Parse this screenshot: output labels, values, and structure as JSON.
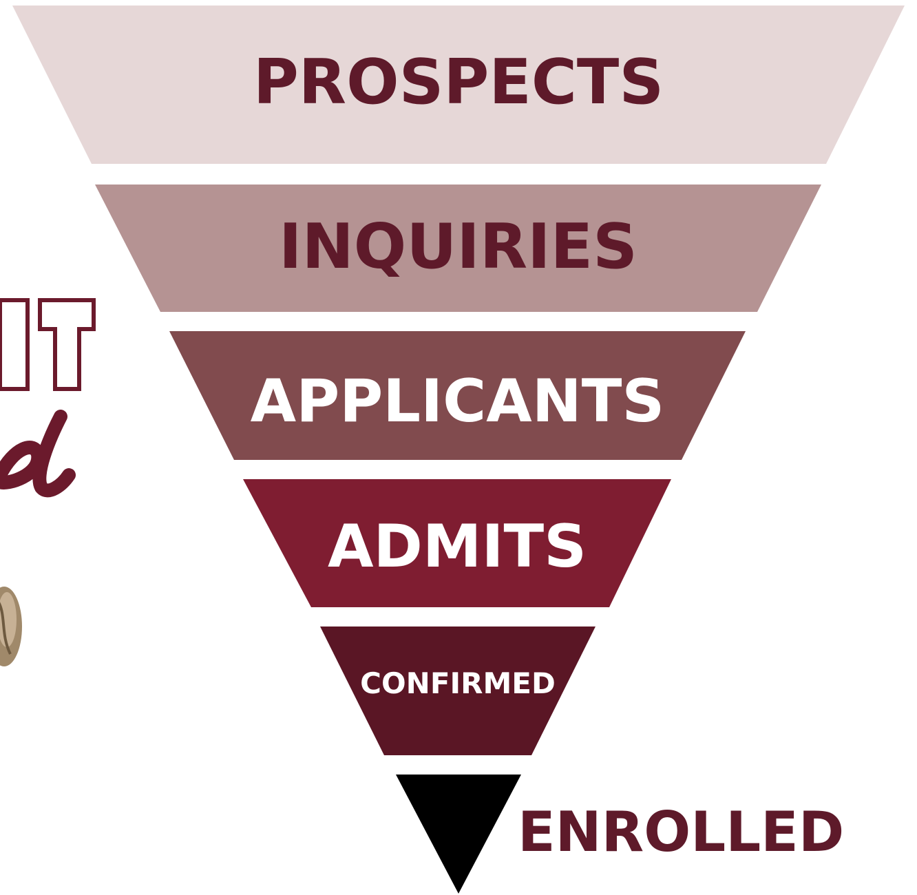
{
  "colors": {
    "background": "#ffffff",
    "dark_text": "#5e1a2a"
  },
  "funnel": {
    "stages": [
      {
        "label": "PROSPECTS",
        "fill": "#e6d7d7",
        "text_color": "#5e1a2a"
      },
      {
        "label": "INQUIRIES",
        "fill": "#b59393",
        "text_color": "#5e1a2a"
      },
      {
        "label": "APPLICANTS",
        "fill": "#814b4e",
        "text_color": "#ffffff"
      },
      {
        "label": "ADMITS",
        "fill": "#7f1d31",
        "text_color": "#ffffff"
      },
      {
        "label": "CONFIRMED",
        "fill": "#5a1625",
        "text_color": "#ffffff"
      }
    ],
    "tip": {
      "label": "ENROLLED",
      "fill": "#000000",
      "text_color": "#5e1a2a"
    }
  },
  "logo_fragment": {
    "description_icon": "partial-logo-icon",
    "colors": {
      "outline": "#6b1a2c",
      "nut": "#a0896a"
    }
  }
}
